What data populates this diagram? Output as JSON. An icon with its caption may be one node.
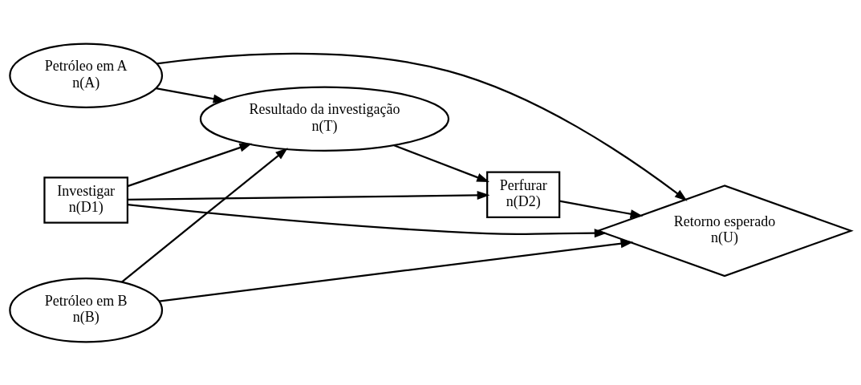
{
  "diagram": {
    "nodes": [
      {
        "text": [
          "Petróleo em A",
          "n(A)"
        ]
      },
      {
        "text": [
          "Investigar",
          "n(D1)"
        ]
      },
      {
        "text": [
          "Resultado da investigação",
          "n(T)"
        ]
      },
      {
        "text": [
          "Perfurar",
          "n(D2)"
        ]
      },
      {
        "text": [
          "Retorno esperado",
          "n(U)"
        ]
      },
      {
        "text": [
          "Petróleo em B",
          "n(B)"
        ]
      }
    ],
    "edges": [
      {
        "from": 0,
        "to": 2,
        "arrow": "to"
      },
      {
        "from": 0,
        "to": 4,
        "arrow": "to"
      },
      {
        "from": 1,
        "to": 2,
        "arrow": "to"
      },
      {
        "from": 2,
        "to": 3,
        "arrow": "to"
      },
      {
        "from": 3,
        "to": 4,
        "arrow": "to"
      },
      {
        "from": 5,
        "to": 2,
        "arrow": "to"
      },
      {
        "from": 5,
        "to": 4,
        "arrow": "to"
      },
      {
        "from": 1,
        "to": 3,
        "arrow": "to"
      },
      {
        "from": 1,
        "to": 4,
        "arrow": "to"
      }
    ]
  }
}
